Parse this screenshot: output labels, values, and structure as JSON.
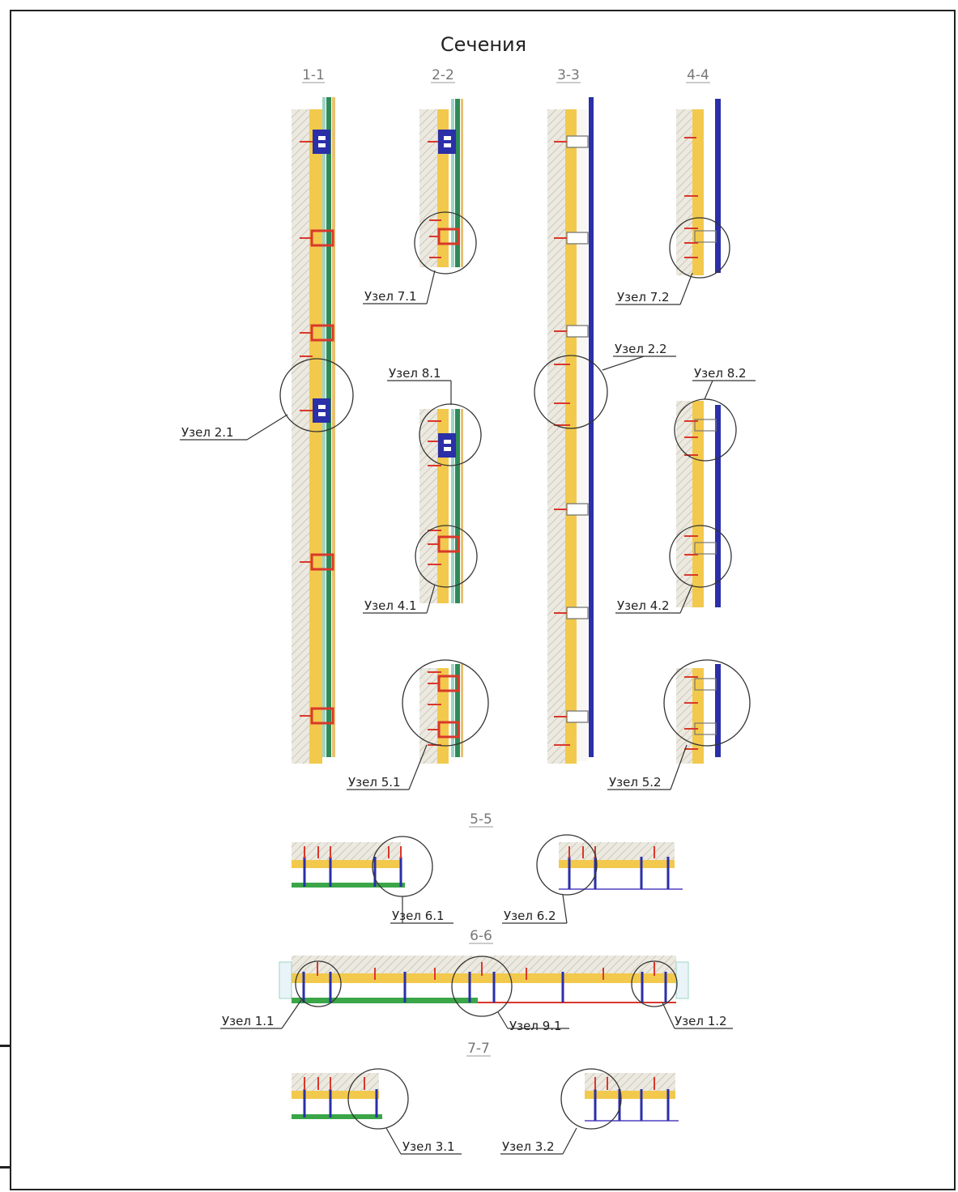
{
  "title": "Сечения",
  "sections": {
    "s1": "1-1",
    "s2": "2-2",
    "s3": "3-3",
    "s4": "4-4",
    "s5": "5-5",
    "s6": "6-6",
    "s7": "7-7"
  },
  "nodes": {
    "n21": "Узел 2.1",
    "n71": "Узел 7.1",
    "n72": "Узел 7.2",
    "n22": "Узел 2.2",
    "n81": "Узел 8.1",
    "n82": "Узел 8.2",
    "n41": "Узел 4.1",
    "n42": "Узел 4.2",
    "n51": "Узел 5.1",
    "n52": "Узел 5.2",
    "n61": "Узел 6.1",
    "n62": "Узел 6.2",
    "n11": "Узел 1.1",
    "n91": "Узел 9.1",
    "n12": "Узел 1.2",
    "n31": "Узел 3.1",
    "n32": "Узел 3.2"
  },
  "colors": {
    "wall": "#d9d6cc",
    "insulation": "#f2c94c",
    "bracket": "#d9382b",
    "profile_green": "#2e8b57",
    "profile_blue": "#2b2fa8",
    "cladding_green": "#3aa648",
    "callout": "#333333"
  }
}
